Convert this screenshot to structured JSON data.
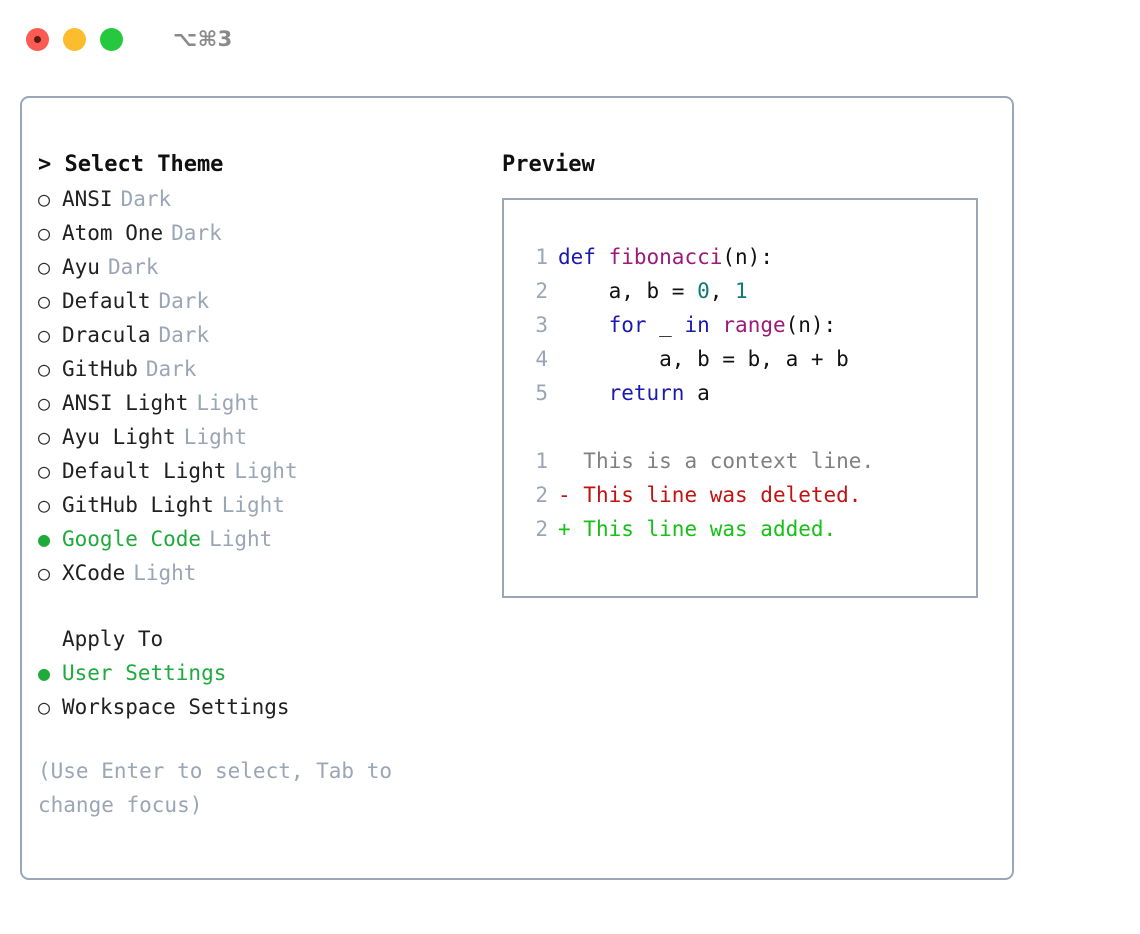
{
  "titlebar": {
    "buttons": [
      {
        "name": "close",
        "color": "#fa5c54"
      },
      {
        "name": "minimize",
        "color": "#fbbd2e"
      },
      {
        "name": "zoom",
        "color": "#26c83d"
      }
    ],
    "shortcut": "⌥⌘3"
  },
  "left": {
    "title": "> Select Theme",
    "themes": [
      {
        "bullet": "○",
        "name": "ANSI",
        "kind": "Dark",
        "selected": false
      },
      {
        "bullet": "○",
        "name": "Atom One",
        "kind": "Dark",
        "selected": false
      },
      {
        "bullet": "○",
        "name": "Ayu",
        "kind": "Dark",
        "selected": false
      },
      {
        "bullet": "○",
        "name": "Default",
        "kind": "Dark",
        "selected": false
      },
      {
        "bullet": "○",
        "name": "Dracula",
        "kind": "Dark",
        "selected": false
      },
      {
        "bullet": "○",
        "name": "GitHub",
        "kind": "Dark",
        "selected": false
      },
      {
        "bullet": "○",
        "name": "ANSI Light",
        "kind": "Light",
        "selected": false
      },
      {
        "bullet": "○",
        "name": "Ayu Light",
        "kind": "Light",
        "selected": false
      },
      {
        "bullet": "○",
        "name": "Default Light",
        "kind": "Light",
        "selected": false
      },
      {
        "bullet": "○",
        "name": "GitHub Light",
        "kind": "Light",
        "selected": false
      },
      {
        "bullet": "●",
        "name": "Google Code",
        "kind": "Light",
        "selected": true
      },
      {
        "bullet": "○",
        "name": "XCode",
        "kind": "Light",
        "selected": false
      }
    ],
    "apply_to_title": "Apply To",
    "apply_options": [
      {
        "bullet": "●",
        "name": "User Settings",
        "selected": true
      },
      {
        "bullet": "○",
        "name": "Workspace Settings",
        "selected": false
      }
    ],
    "hint": "(Use Enter to select, Tab to change focus)"
  },
  "right": {
    "title": "Preview",
    "code_lines": [
      {
        "no": "1",
        "tokens": [
          {
            "t": "def",
            "c": "kw"
          },
          {
            "t": " ",
            "c": "plain"
          },
          {
            "t": "fibonacci",
            "c": "fn"
          },
          {
            "t": "(n):",
            "c": "plain"
          }
        ]
      },
      {
        "no": "2",
        "tokens": [
          {
            "t": "    a, b = ",
            "c": "plain"
          },
          {
            "t": "0",
            "c": "num"
          },
          {
            "t": ", ",
            "c": "plain"
          },
          {
            "t": "1",
            "c": "num"
          }
        ]
      },
      {
        "no": "3",
        "tokens": [
          {
            "t": "    ",
            "c": "plain"
          },
          {
            "t": "for",
            "c": "kw"
          },
          {
            "t": " _ ",
            "c": "plain"
          },
          {
            "t": "in",
            "c": "kw"
          },
          {
            "t": " ",
            "c": "plain"
          },
          {
            "t": "range",
            "c": "fn"
          },
          {
            "t": "(n):",
            "c": "plain"
          }
        ]
      },
      {
        "no": "4",
        "tokens": [
          {
            "t": "        a, b = b, a + b",
            "c": "plain"
          }
        ]
      },
      {
        "no": "5",
        "tokens": [
          {
            "t": "    ",
            "c": "plain"
          },
          {
            "t": "return",
            "c": "kw"
          },
          {
            "t": " a",
            "c": "plain"
          }
        ]
      }
    ],
    "diff_lines": [
      {
        "no": "1",
        "marker": "  ",
        "text": "This is a context line.",
        "kind": "ctx"
      },
      {
        "no": "2",
        "marker": "- ",
        "text": "This line was deleted.",
        "kind": "del"
      },
      {
        "no": "2",
        "marker": "+ ",
        "text": "This line was added.",
        "kind": "add"
      }
    ]
  },
  "colors": {
    "accent_green": "#1faa3c",
    "muted": "#9aa5b5",
    "border": "#9ba6b6",
    "keyword": "#1a1ab0",
    "function": "#9c1a7a",
    "number": "#0d7a74",
    "diff_delete": "#c31212",
    "diff_add": "#17c017"
  }
}
